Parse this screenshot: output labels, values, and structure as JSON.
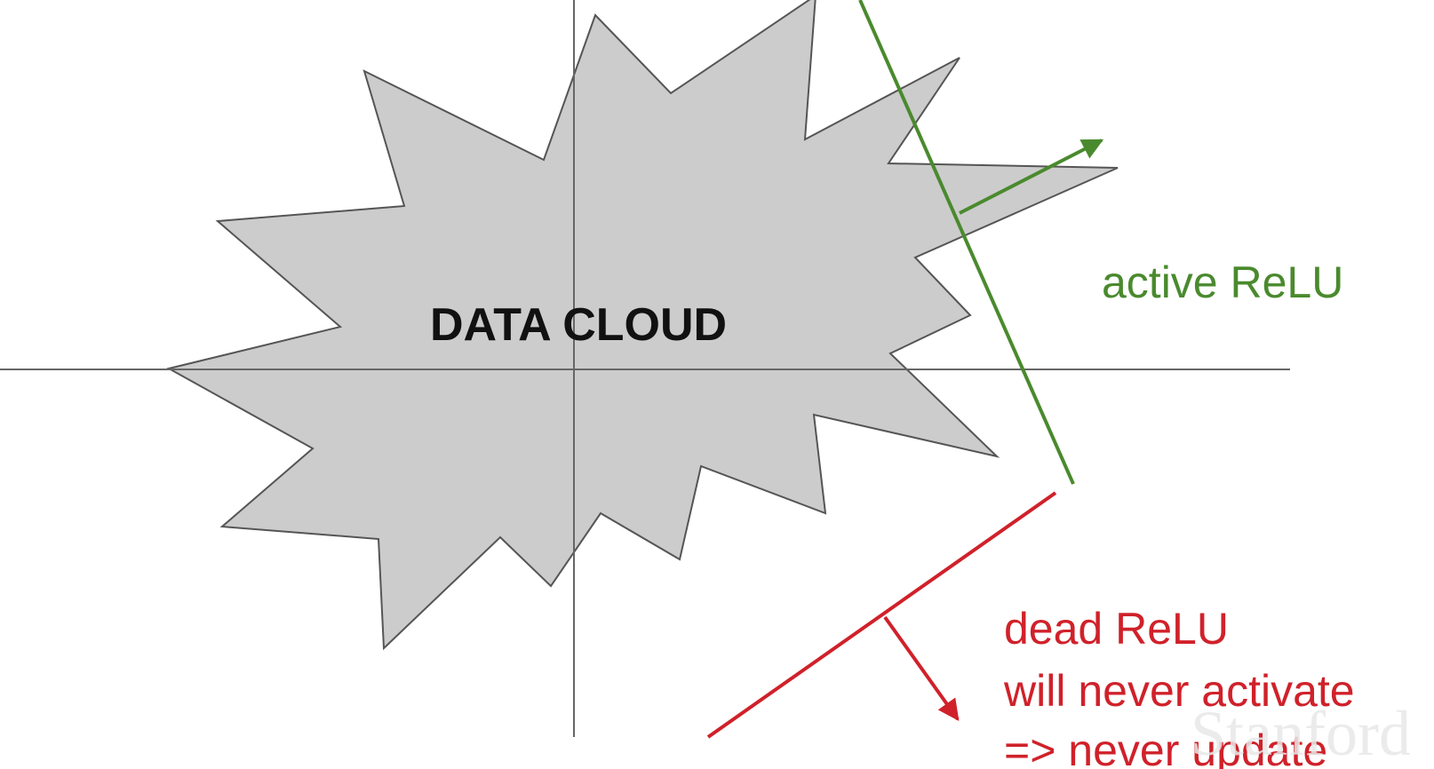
{
  "cloud": {
    "label": "DATA CLOUD",
    "fill": "#cccccc",
    "stroke": "#555555"
  },
  "axes": {
    "color": "#666666"
  },
  "active_relu": {
    "label": "active ReLU",
    "color": "#4a8a2e"
  },
  "dead_relu": {
    "line1": "dead ReLU",
    "line2": "will never activate",
    "line3": "=> never update",
    "color": "#d0212a"
  },
  "watermark": {
    "text": "Stanford",
    "color": "#e8e8e8"
  }
}
